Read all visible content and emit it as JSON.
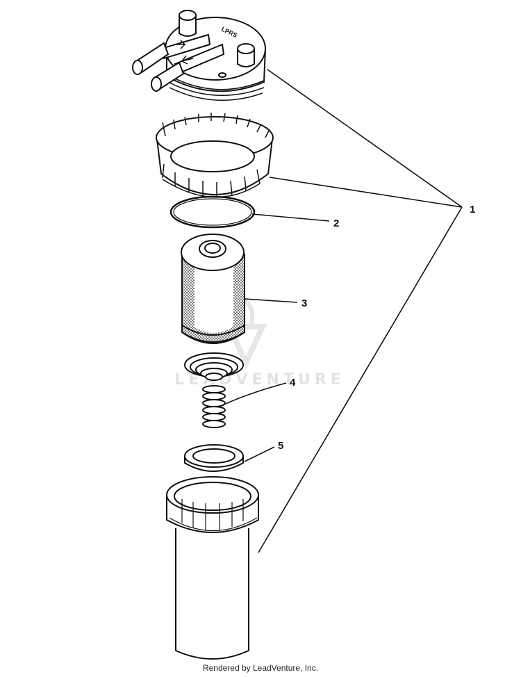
{
  "diagram": {
    "callouts": {
      "c1": "1",
      "c2": "2",
      "c3": "3",
      "c4": "4",
      "c5": "5"
    },
    "cap_marking": "LPRS",
    "watermark": "LEADVENTURE"
  },
  "footer": {
    "text": "Rendered by LeadVenture, Inc."
  }
}
